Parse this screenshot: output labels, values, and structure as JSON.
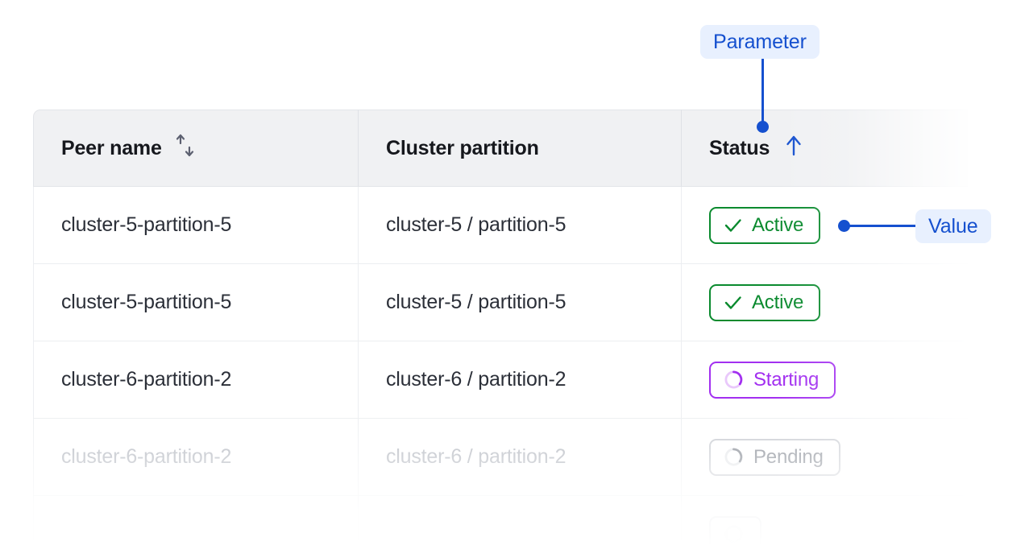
{
  "table": {
    "columns": [
      {
        "label": "Peer name",
        "sort_icon": "sort-both-arrows-icon",
        "sort_state": "none"
      },
      {
        "label": "Cluster partition",
        "sort_icon": "",
        "sort_state": "none"
      },
      {
        "label": "Status",
        "sort_icon": "sort-ascending-arrow-icon",
        "sort_state": "ascending"
      }
    ],
    "rows": [
      {
        "peer_name": "cluster-5-partition-5",
        "cluster_partition": "cluster-5 / partition-5",
        "status": "Active",
        "status_icon": "check-icon",
        "dim": false
      },
      {
        "peer_name": "cluster-5-partition-5",
        "cluster_partition": "cluster-5 / partition-5",
        "status": "Active",
        "status_icon": "check-icon",
        "dim": false
      },
      {
        "peer_name": "cluster-6-partition-2",
        "cluster_partition": "cluster-6 / partition-2",
        "status": "Starting",
        "status_icon": "spinner-icon",
        "dim": false
      },
      {
        "peer_name": "cluster-6-partition-2",
        "cluster_partition": "cluster-6 / partition-2",
        "status": "Pending",
        "status_icon": "spinner-icon",
        "dim": true
      }
    ]
  },
  "annotations": {
    "parameter": {
      "label": "Parameter",
      "target": "Status column header"
    },
    "value": {
      "label": "Value",
      "target": "Active status badge"
    }
  },
  "colors": {
    "annotation_blue": "#1550cf",
    "annotation_chip_bg": "#e8f0fe",
    "status_active_green": "#0a8a2e",
    "status_starting_purple": "#a22ff0",
    "status_pending_gray": "#868b94",
    "header_bg": "#f0f1f3",
    "border": "#eceef1",
    "text_primary": "#2b2f38",
    "text_dim": "#b3b7bf"
  }
}
